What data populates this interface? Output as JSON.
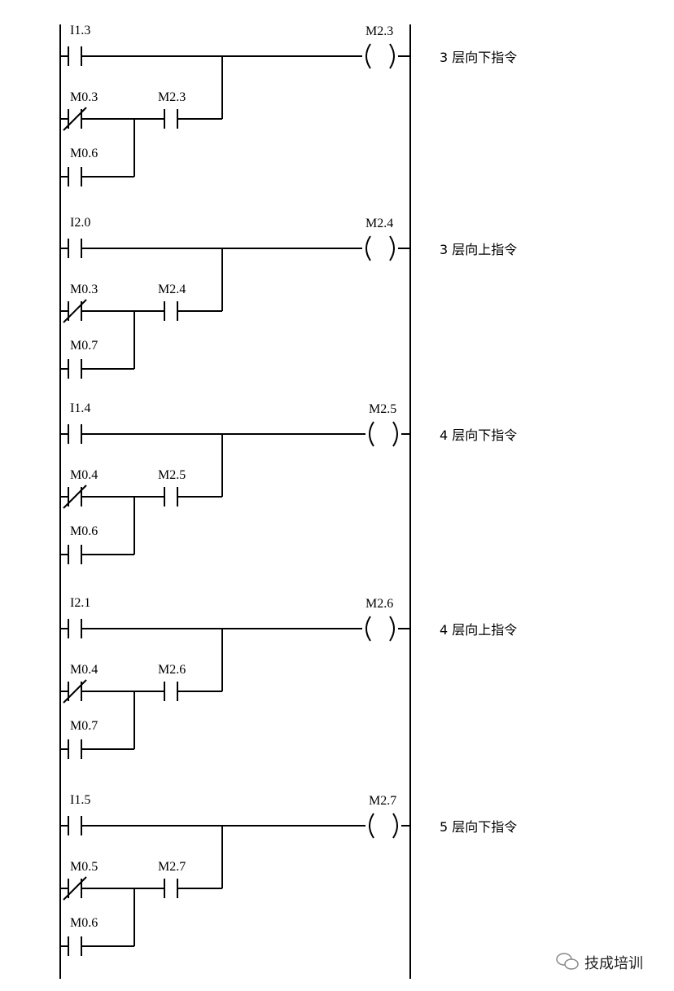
{
  "rungs": [
    {
      "main_contact": "I1.3",
      "nc_contact": "M0.3",
      "seal_contact": "M2.3",
      "no_contact": "M0.6",
      "coil": "M2.3",
      "comment": "3 层向下指令"
    },
    {
      "main_contact": "I2.0",
      "nc_contact": "M0.3",
      "seal_contact": "M2.4",
      "no_contact": "M0.7",
      "coil": "M2.4",
      "comment": "3 层向上指令"
    },
    {
      "main_contact": "I1.4",
      "nc_contact": "M0.4",
      "seal_contact": "M2.5",
      "no_contact": "M0.6",
      "coil": "M2.5",
      "comment": "4 层向下指令"
    },
    {
      "main_contact": "I2.1",
      "nc_contact": "M0.4",
      "seal_contact": "M2.6",
      "no_contact": "M0.7",
      "coil": "M2.6",
      "comment": "4 层向上指令"
    },
    {
      "main_contact": "I1.5",
      "nc_contact": "M0.5",
      "seal_contact": "M2.7",
      "no_contact": "M0.6",
      "coil": "M2.7",
      "comment": "5 层向下指令"
    }
  ],
  "watermark": {
    "text": "技成培训",
    "icon": "wechat-icon"
  }
}
